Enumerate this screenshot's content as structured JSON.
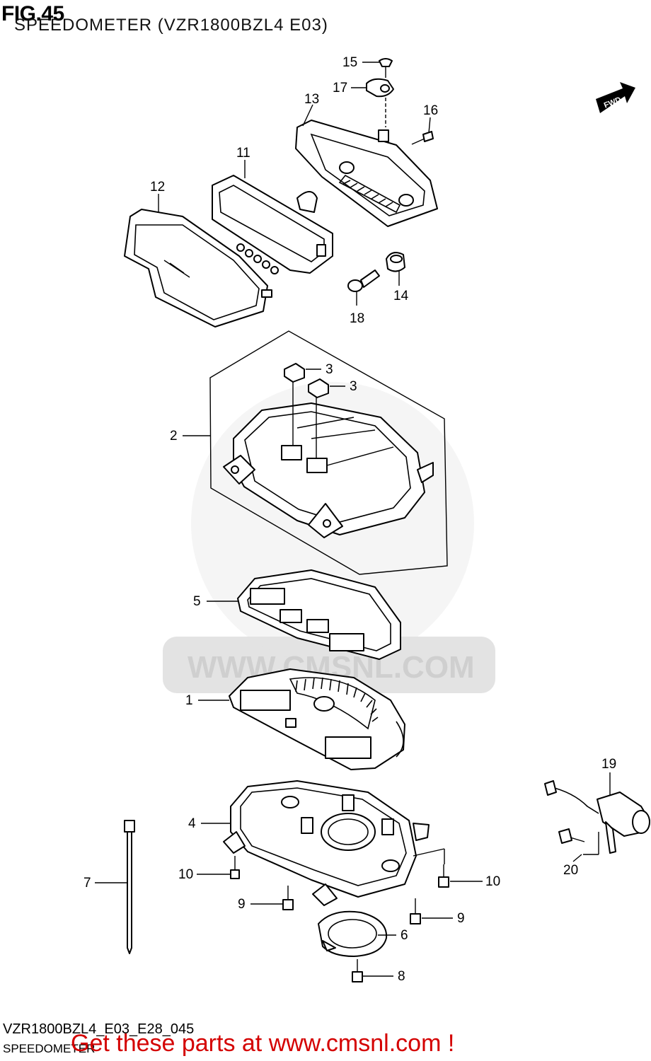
{
  "figure": {
    "number": "FIG.45",
    "subtitle": "SPEEDOMETER (VZR1800BZL4 E03)"
  },
  "direction_badge": "FWD",
  "watermark": "WWW.CMSNL.COM",
  "callouts": [
    "1",
    "2",
    "3",
    "3",
    "4",
    "5",
    "6",
    "7",
    "8",
    "9",
    "9",
    "10",
    "10",
    "11",
    "12",
    "13",
    "14",
    "15",
    "16",
    "17",
    "18",
    "19",
    "20"
  ],
  "footer": {
    "code": "VZR1800BZL4_E03_E28_045",
    "name": "SPEEDOMETER",
    "call_to_action": "Get these parts at www.cmsnl.com !"
  }
}
